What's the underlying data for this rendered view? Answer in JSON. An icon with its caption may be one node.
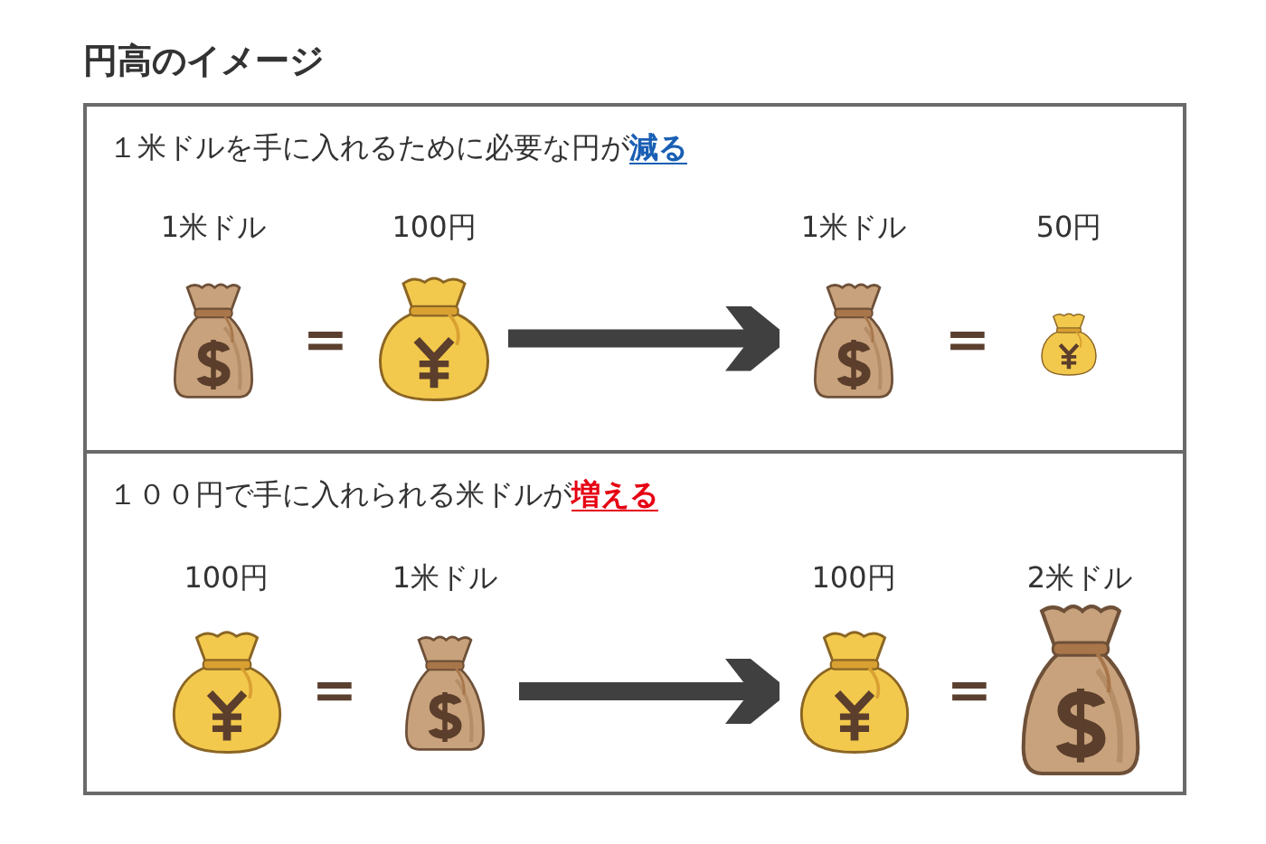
{
  "diagram": {
    "title": "円高のイメージ",
    "nodes": [
      {
        "text": [
          "１米ドルを手に入れるために必要な円が**減る**"
        ]
      },
      {
        "text": [
          "1米ドル"
        ],
        "in": 0
      },
      {
        "text": [
          "100円"
        ],
        "in": 0
      },
      {
        "text": [
          "1米ドル"
        ],
        "in": 0
      },
      {
        "text": [
          "50円"
        ],
        "in": 0
      },
      {
        "text": [
          "１００円で手に入れられる米ドルが**増える**"
        ]
      },
      {
        "text": [
          "100円"
        ],
        "in": 5
      },
      {
        "text": [
          "1米ドル"
        ],
        "in": 5
      },
      {
        "text": [
          "100円"
        ],
        "in": 5
      },
      {
        "text": [
          "2米ドル"
        ],
        "in": 5
      }
    ],
    "edges": [
      {
        "from": 2,
        "to": 3,
        "arrow": "to"
      },
      {
        "from": 7,
        "to": 8,
        "arrow": "to"
      }
    ],
    "labels": [
      "=",
      "=",
      "=",
      "="
    ]
  }
}
